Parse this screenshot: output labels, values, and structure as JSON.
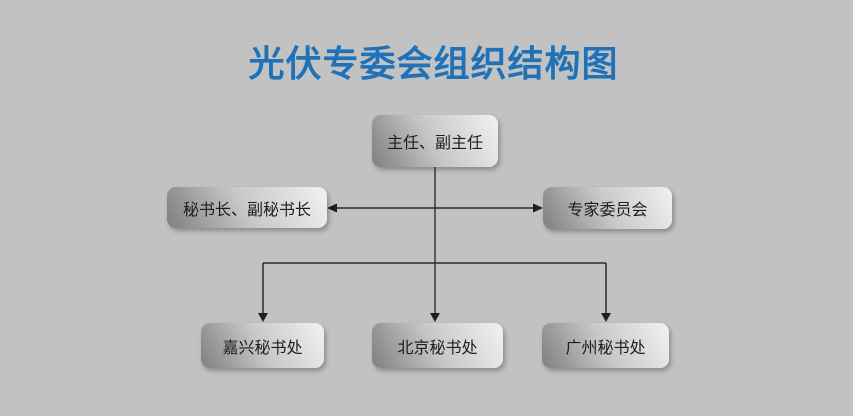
{
  "title": "光伏专委会组织结构图",
  "colors": {
    "background": "#c2c2c2",
    "title_text": "#1f72b8",
    "node_text": "#1d1d1d",
    "node_gradient_dark": "#7f7f7f",
    "node_gradient_light": "#f2f2f2",
    "connector": "#2b2b2b",
    "vertical_line": "#5a5a5a",
    "arrowhead": "#1f1f1f"
  },
  "nodes": {
    "director": "主任、副主任",
    "secretary_general": "秘书长、副秘书长",
    "expert_committee": "专家委员会",
    "jiaxing_secretariat": "嘉兴秘书处",
    "beijing_secretariat": "北京秘书处",
    "guangzhou_secretariat": "广州秘书处"
  },
  "edges": [
    {
      "from": "director",
      "to": "secretary_general",
      "arrow": "both"
    },
    {
      "from": "director",
      "to": "expert_committee",
      "arrow": "both"
    },
    {
      "from": "director",
      "to": "jiaxing_secretariat",
      "arrow": "end"
    },
    {
      "from": "director",
      "to": "beijing_secretariat",
      "arrow": "end"
    },
    {
      "from": "director",
      "to": "guangzhou_secretariat",
      "arrow": "end"
    }
  ]
}
